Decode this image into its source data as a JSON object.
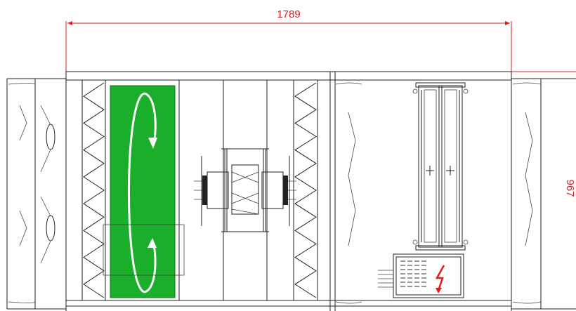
{
  "dimensions": {
    "width_label": "1789",
    "height_label": "967"
  },
  "colors": {
    "dimension_red": "#d42020",
    "rotor_green": "#1aae2a",
    "line": "#222222"
  },
  "icons": {
    "rotation_arrow": "circular-rotation-arrow",
    "electric_hazard": "lightning-bolt"
  }
}
